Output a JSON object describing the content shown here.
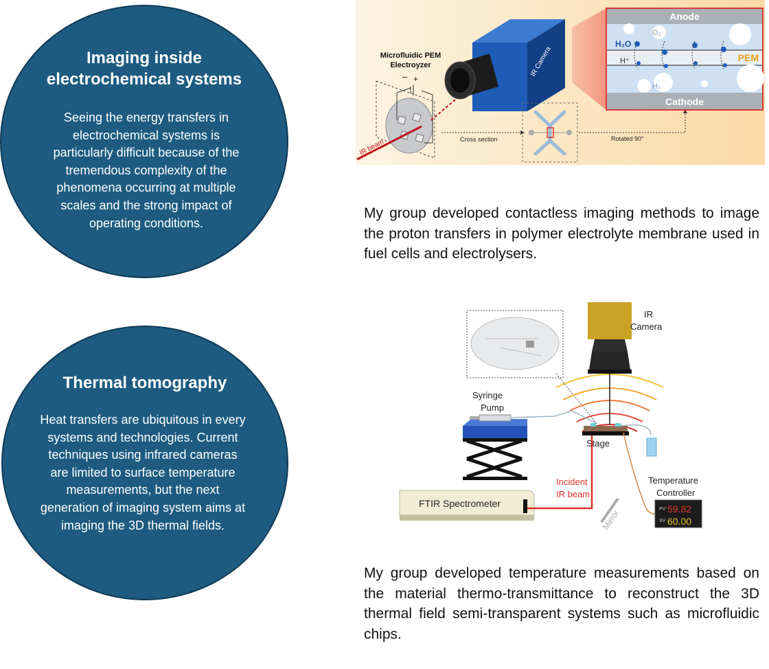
{
  "section1": {
    "title": "Imaging inside electrochemical systems",
    "body": "Seeing the energy transfers in electrochemical systems is particularly difficult because of the tremendous complexity of the phenomena occurring at multiple scales and the strong impact of operating conditions.",
    "caption": "My group developed contactless imaging methods to image the proton transfers in polymer electrolyte membrane used in fuel cells and electrolysers.",
    "figure": {
      "electrolyzer_label_1": "Microfluidic PEM",
      "electrolyzer_label_2": "Electroyzer",
      "minus": "–",
      "plus": "+",
      "camera_label": "IR Camera",
      "beam_label": "IR beam",
      "cross_section_label": "Cross section",
      "rotated_label": "Rotated 90°",
      "anode_label": "Anode",
      "cathode_label": "Cathode",
      "pem_label": "PEM",
      "h2o_label": "H₂O",
      "hplus_label": "H⁺",
      "o2_label": "O₂",
      "h2_label": "H₂"
    }
  },
  "section2": {
    "title": "Thermal tomography",
    "body": "Heat transfers are ubiquitous in every systems and technologies. Current techniques using infrared cameras are limited to surface temperature measurements, but the next generation of imaging system aims at imaging the 3D thermal fields.",
    "caption": "My group developed temperature measurements based on the material thermo-transmittance to reconstruct the 3D thermal field semi-transparent systems such as microfluidic chips.",
    "figure": {
      "camera_label_1": "IR",
      "camera_label_2": "Camera",
      "syringe_label_1": "Syringe",
      "syringe_label_2": "Pump",
      "stage_label": "Stage",
      "incident_label_1": "Incident",
      "incident_label_2": "IR beam",
      "temp_label_1": "Temperature",
      "temp_label_2": "Controller",
      "ftir_label": "FTIR Spectrometer",
      "mirror_label": "Mirror",
      "pv_label": "PV",
      "pv_value": "59.82",
      "sv_label": "SV",
      "sv_value": "60.00"
    }
  }
}
